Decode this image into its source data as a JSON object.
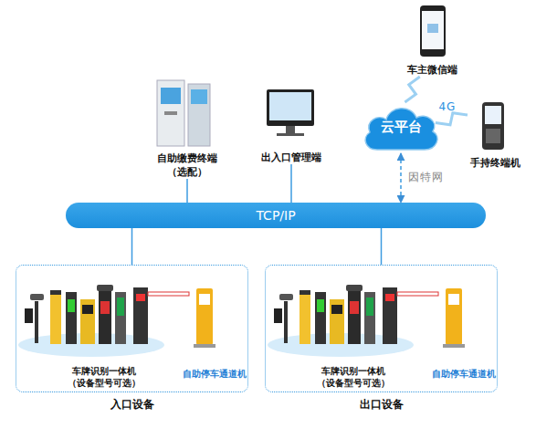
{
  "diagram": {
    "nodes": [
      {
        "text": [
          "车主微信端"
        ]
      },
      {
        "text": [
          "自助缴费终端 （选配）"
        ]
      },
      {
        "text": [
          "出入口管理端"
        ]
      },
      {
        "text": [
          "云平台"
        ]
      },
      {
        "text": [
          "手持终端机"
        ]
      },
      {
        "text": [
          "TCP/IP"
        ]
      },
      {
        "text": [
          "入口设备"
        ]
      },
      {
        "text": [
          "车牌识别一体机 （设备型号可选）"
        ],
        "in": 6
      },
      {
        "text": [
          "自助停车通道机"
        ],
        "in": 6
      },
      {
        "text": [
          "出口设备"
        ]
      },
      {
        "text": [
          "车牌识别一体机 （设备型号可选）"
        ],
        "in": 9
      },
      {
        "text": [
          "自助停车通道机"
        ],
        "in": 9
      }
    ],
    "edges": [
      {
        "from": 0,
        "to": 3,
        "arrow": "none"
      },
      {
        "from": 4,
        "to": 3,
        "label": "4G",
        "arrow": "none"
      },
      {
        "from": 3,
        "to": 5,
        "label": "因特网",
        "arrow": "both"
      },
      {
        "from": 1,
        "to": 5,
        "arrow": "none"
      },
      {
        "from": 2,
        "to": 5,
        "arrow": "none"
      },
      {
        "from": 5,
        "to": 6,
        "arrow": "none"
      },
      {
        "from": 5,
        "to": 9,
        "arrow": "none"
      }
    ]
  }
}
